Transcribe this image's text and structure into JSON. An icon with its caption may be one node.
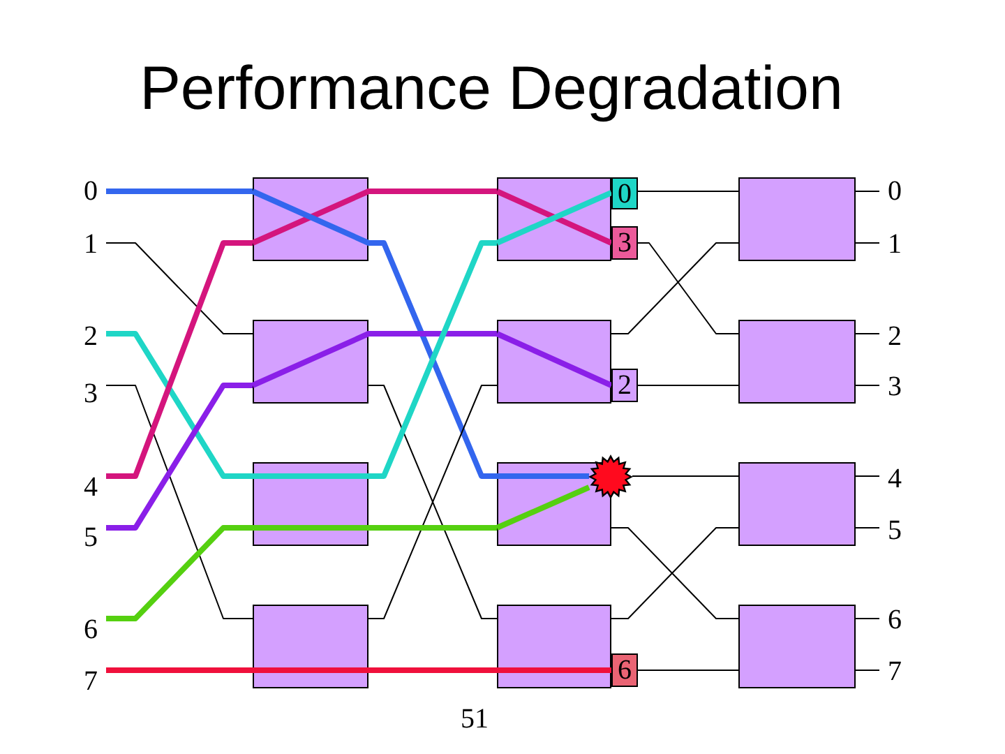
{
  "diagram": {
    "title": "Performance Degradation",
    "nodes": [
      {
        "text": [
          "0"
        ]
      },
      {
        "text": [
          "1"
        ]
      },
      {
        "text": [
          "2"
        ]
      },
      {
        "text": [
          "3"
        ]
      },
      {
        "text": [
          "4"
        ]
      },
      {
        "text": [
          "5"
        ]
      },
      {
        "text": [
          "6"
        ]
      },
      {
        "text": [
          "7"
        ]
      },
      {
        "text": [],
        "shape": "box"
      },
      {
        "text": [],
        "shape": "box"
      },
      {
        "text": [],
        "shape": "box"
      },
      {
        "text": [],
        "shape": "box"
      },
      {
        "text": [],
        "shape": "box"
      },
      {
        "text": [],
        "shape": "box"
      },
      {
        "text": [],
        "shape": "box"
      },
      {
        "text": [],
        "shape": "box"
      },
      {
        "text": [
          "0"
        ]
      },
      {
        "text": [
          "3"
        ]
      },
      {
        "text": [
          "2"
        ]
      },
      {
        "text": [
          "6"
        ]
      },
      {
        "text": [],
        "shape": "starburst"
      },
      {
        "text": [],
        "shape": "box"
      },
      {
        "text": [],
        "shape": "box"
      },
      {
        "text": [],
        "shape": "box"
      },
      {
        "text": [],
        "shape": "box"
      },
      {
        "text": [
          "0"
        ]
      },
      {
        "text": [
          "1"
        ]
      },
      {
        "text": [
          "2"
        ]
      },
      {
        "text": [
          "3"
        ]
      },
      {
        "text": [
          "4"
        ]
      },
      {
        "text": [
          "5"
        ]
      },
      {
        "text": [
          "6"
        ]
      },
      {
        "text": [
          "7"
        ]
      }
    ],
    "edges": [
      {
        "from": 0,
        "to": 8,
        "arrow": "none",
        "style": "thick",
        "color": "#3366ee"
      },
      {
        "from": 1,
        "to": 9,
        "arrow": "none"
      },
      {
        "from": 2,
        "to": 10,
        "arrow": "none",
        "style": "thick",
        "color": "#1fd6c6"
      },
      {
        "from": 3,
        "to": 11,
        "arrow": "none"
      },
      {
        "from": 4,
        "to": 8,
        "arrow": "none",
        "style": "thick",
        "color": "#d4157d"
      },
      {
        "from": 5,
        "to": 9,
        "arrow": "none",
        "style": "thick",
        "color": "#8a1fe8"
      },
      {
        "from": 6,
        "to": 10,
        "arrow": "none",
        "style": "thick",
        "color": "#55d010"
      },
      {
        "from": 7,
        "to": 11,
        "arrow": "none",
        "style": "thick",
        "color": "#f0103c"
      },
      {
        "from": 8,
        "to": 12,
        "arrow": "none",
        "style": "thick",
        "color": "#d4157d"
      },
      {
        "from": 8,
        "to": 14,
        "arrow": "none",
        "style": "thick",
        "color": "#3366ee"
      },
      {
        "from": 9,
        "to": 13,
        "arrow": "none",
        "style": "thick",
        "color": "#8a1fe8"
      },
      {
        "from": 9,
        "to": 15,
        "arrow": "none"
      },
      {
        "from": 10,
        "to": 12,
        "arrow": "none",
        "style": "thick",
        "color": "#1fd6c6"
      },
      {
        "from": 10,
        "to": 14,
        "arrow": "none",
        "style": "thick",
        "color": "#55d010"
      },
      {
        "from": 11,
        "to": 13,
        "arrow": "none"
      },
      {
        "from": 11,
        "to": 15,
        "arrow": "none",
        "style": "thick",
        "color": "#f0103c"
      },
      {
        "from": 12,
        "to": 17,
        "arrow": "none",
        "style": "thick",
        "color": "#d4157d"
      },
      {
        "from": 12,
        "to": 16,
        "arrow": "none",
        "style": "thick",
        "color": "#1fd6c6"
      },
      {
        "from": 13,
        "to": 18,
        "arrow": "none",
        "style": "thick",
        "color": "#8a1fe8"
      },
      {
        "from": 14,
        "to": 20,
        "arrow": "none",
        "style": "thick",
        "color": "#3366ee"
      },
      {
        "from": 14,
        "to": 20,
        "arrow": "none",
        "style": "thick",
        "color": "#55d010"
      },
      {
        "from": 15,
        "to": 19,
        "arrow": "none",
        "style": "thick",
        "color": "#f0103c"
      },
      {
        "from": 16,
        "to": 21,
        "arrow": "none"
      },
      {
        "from": 17,
        "to": 22,
        "arrow": "none"
      },
      {
        "from": 13,
        "to": 21,
        "arrow": "none"
      },
      {
        "from": 18,
        "to": 22,
        "arrow": "none"
      },
      {
        "from": 20,
        "to": 23,
        "arrow": "none"
      },
      {
        "from": 14,
        "to": 24,
        "arrow": "none"
      },
      {
        "from": 15,
        "to": 23,
        "arrow": "none"
      },
      {
        "from": 19,
        "to": 24,
        "arrow": "none"
      },
      {
        "from": 21,
        "to": 25,
        "arrow": "none"
      },
      {
        "from": 21,
        "to": 26,
        "arrow": "none"
      },
      {
        "from": 22,
        "to": 27,
        "arrow": "none"
      },
      {
        "from": 22,
        "to": 28,
        "arrow": "none"
      },
      {
        "from": 23,
        "to": 29,
        "arrow": "none"
      },
      {
        "from": 23,
        "to": 30,
        "arrow": "none"
      },
      {
        "from": 24,
        "to": 31,
        "arrow": "none"
      },
      {
        "from": 24,
        "to": 32,
        "arrow": "none"
      }
    ],
    "labels": [
      "51"
    ]
  }
}
